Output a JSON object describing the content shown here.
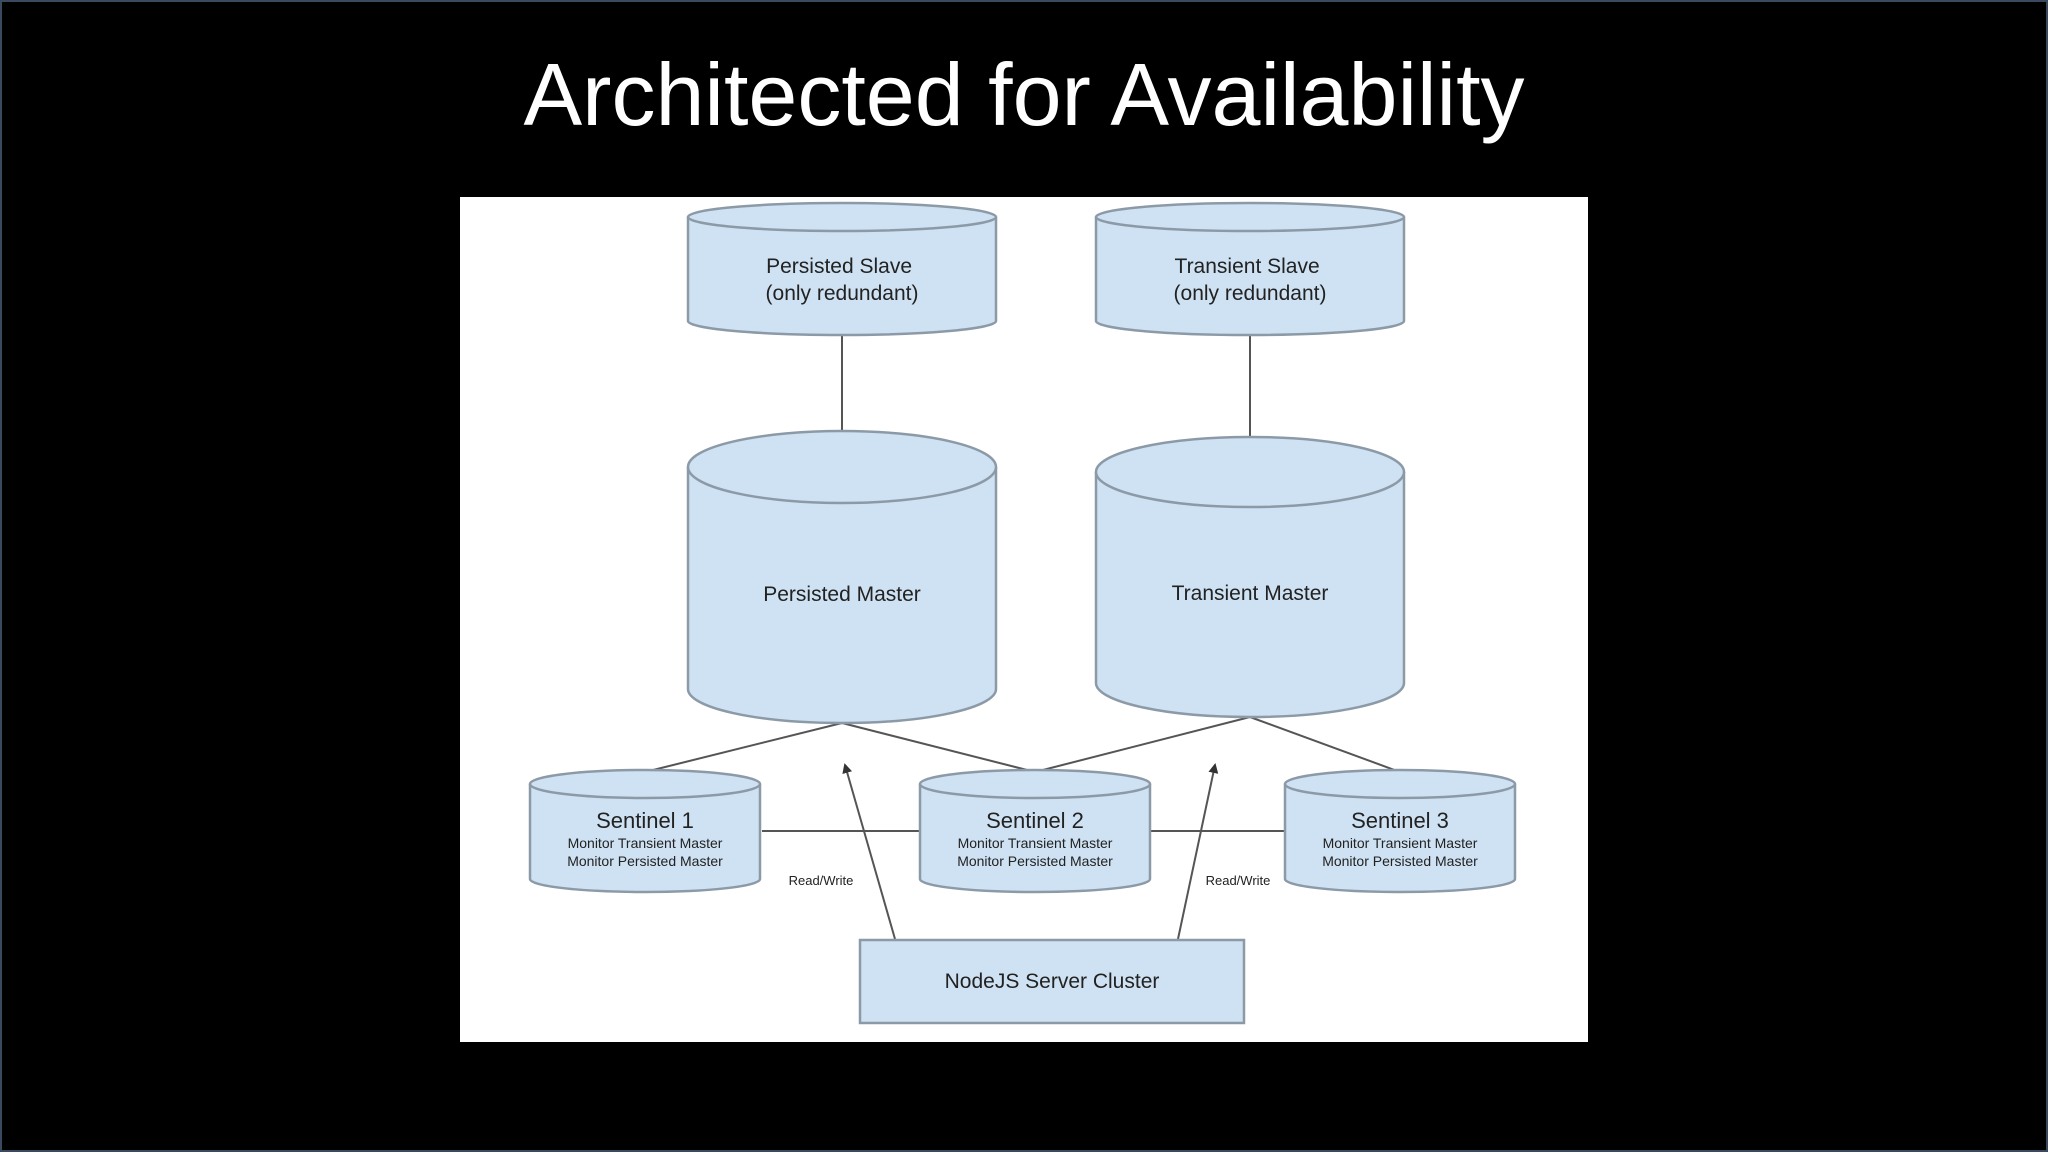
{
  "slide": {
    "title": "Architected for Availability"
  },
  "diagram": {
    "persisted_slave": {
      "line1": "Persisted Slave",
      "line2": "(only redundant)"
    },
    "transient_slave": {
      "line1": "Transient Slave",
      "line2": "(only redundant)"
    },
    "persisted_master": {
      "label": "Persisted Master"
    },
    "transient_master": {
      "label": "Transient Master"
    },
    "sentinels": [
      {
        "name": "Sentinel 1",
        "line1": "Monitor Transient Master",
        "line2": "Monitor Persisted Master"
      },
      {
        "name": "Sentinel 2",
        "line1": "Monitor Transient Master",
        "line2": "Monitor Persisted Master"
      },
      {
        "name": "Sentinel 3",
        "line1": "Monitor Transient Master",
        "line2": "Monitor Persisted Master"
      }
    ],
    "read_write_labels": [
      "Read/Write",
      "Read/Write"
    ],
    "cluster": {
      "label": "NodeJS Server Cluster"
    },
    "colors": {
      "shape_fill": "#cfe2f3",
      "shape_border": "#8c9aa8",
      "connector": "#555555",
      "panel_background": "#ffffff",
      "slide_background": "#000000",
      "title_color": "#ffffff"
    }
  }
}
